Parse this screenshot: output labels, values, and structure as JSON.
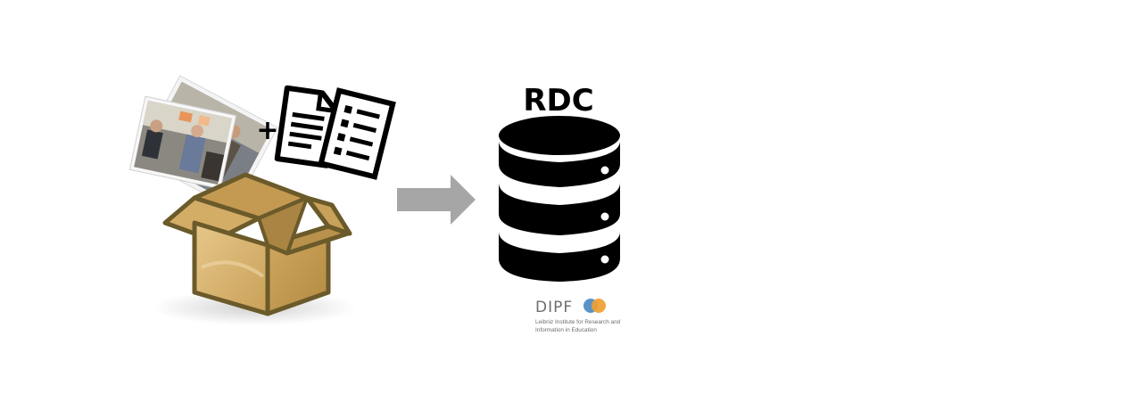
{
  "diagram": {
    "plus_sign": "+",
    "rdc_label": "RDC",
    "institution": {
      "name": "DIPF",
      "subtitle_line1": "Leibniz Institute for Research and",
      "subtitle_line2": "Information in Education",
      "logo_colors": [
        "#5b93c9",
        "#f0a030"
      ]
    },
    "colors": {
      "arrow": "#a6a6a6",
      "database": "#000000",
      "box_body": "#d8b46e",
      "box_outline": "#6b5a2a"
    },
    "icons": [
      "box-icon",
      "photo-icon",
      "document-icon",
      "checklist-icon",
      "arrow-icon",
      "database-icon",
      "dipf-logo-icon"
    ]
  }
}
